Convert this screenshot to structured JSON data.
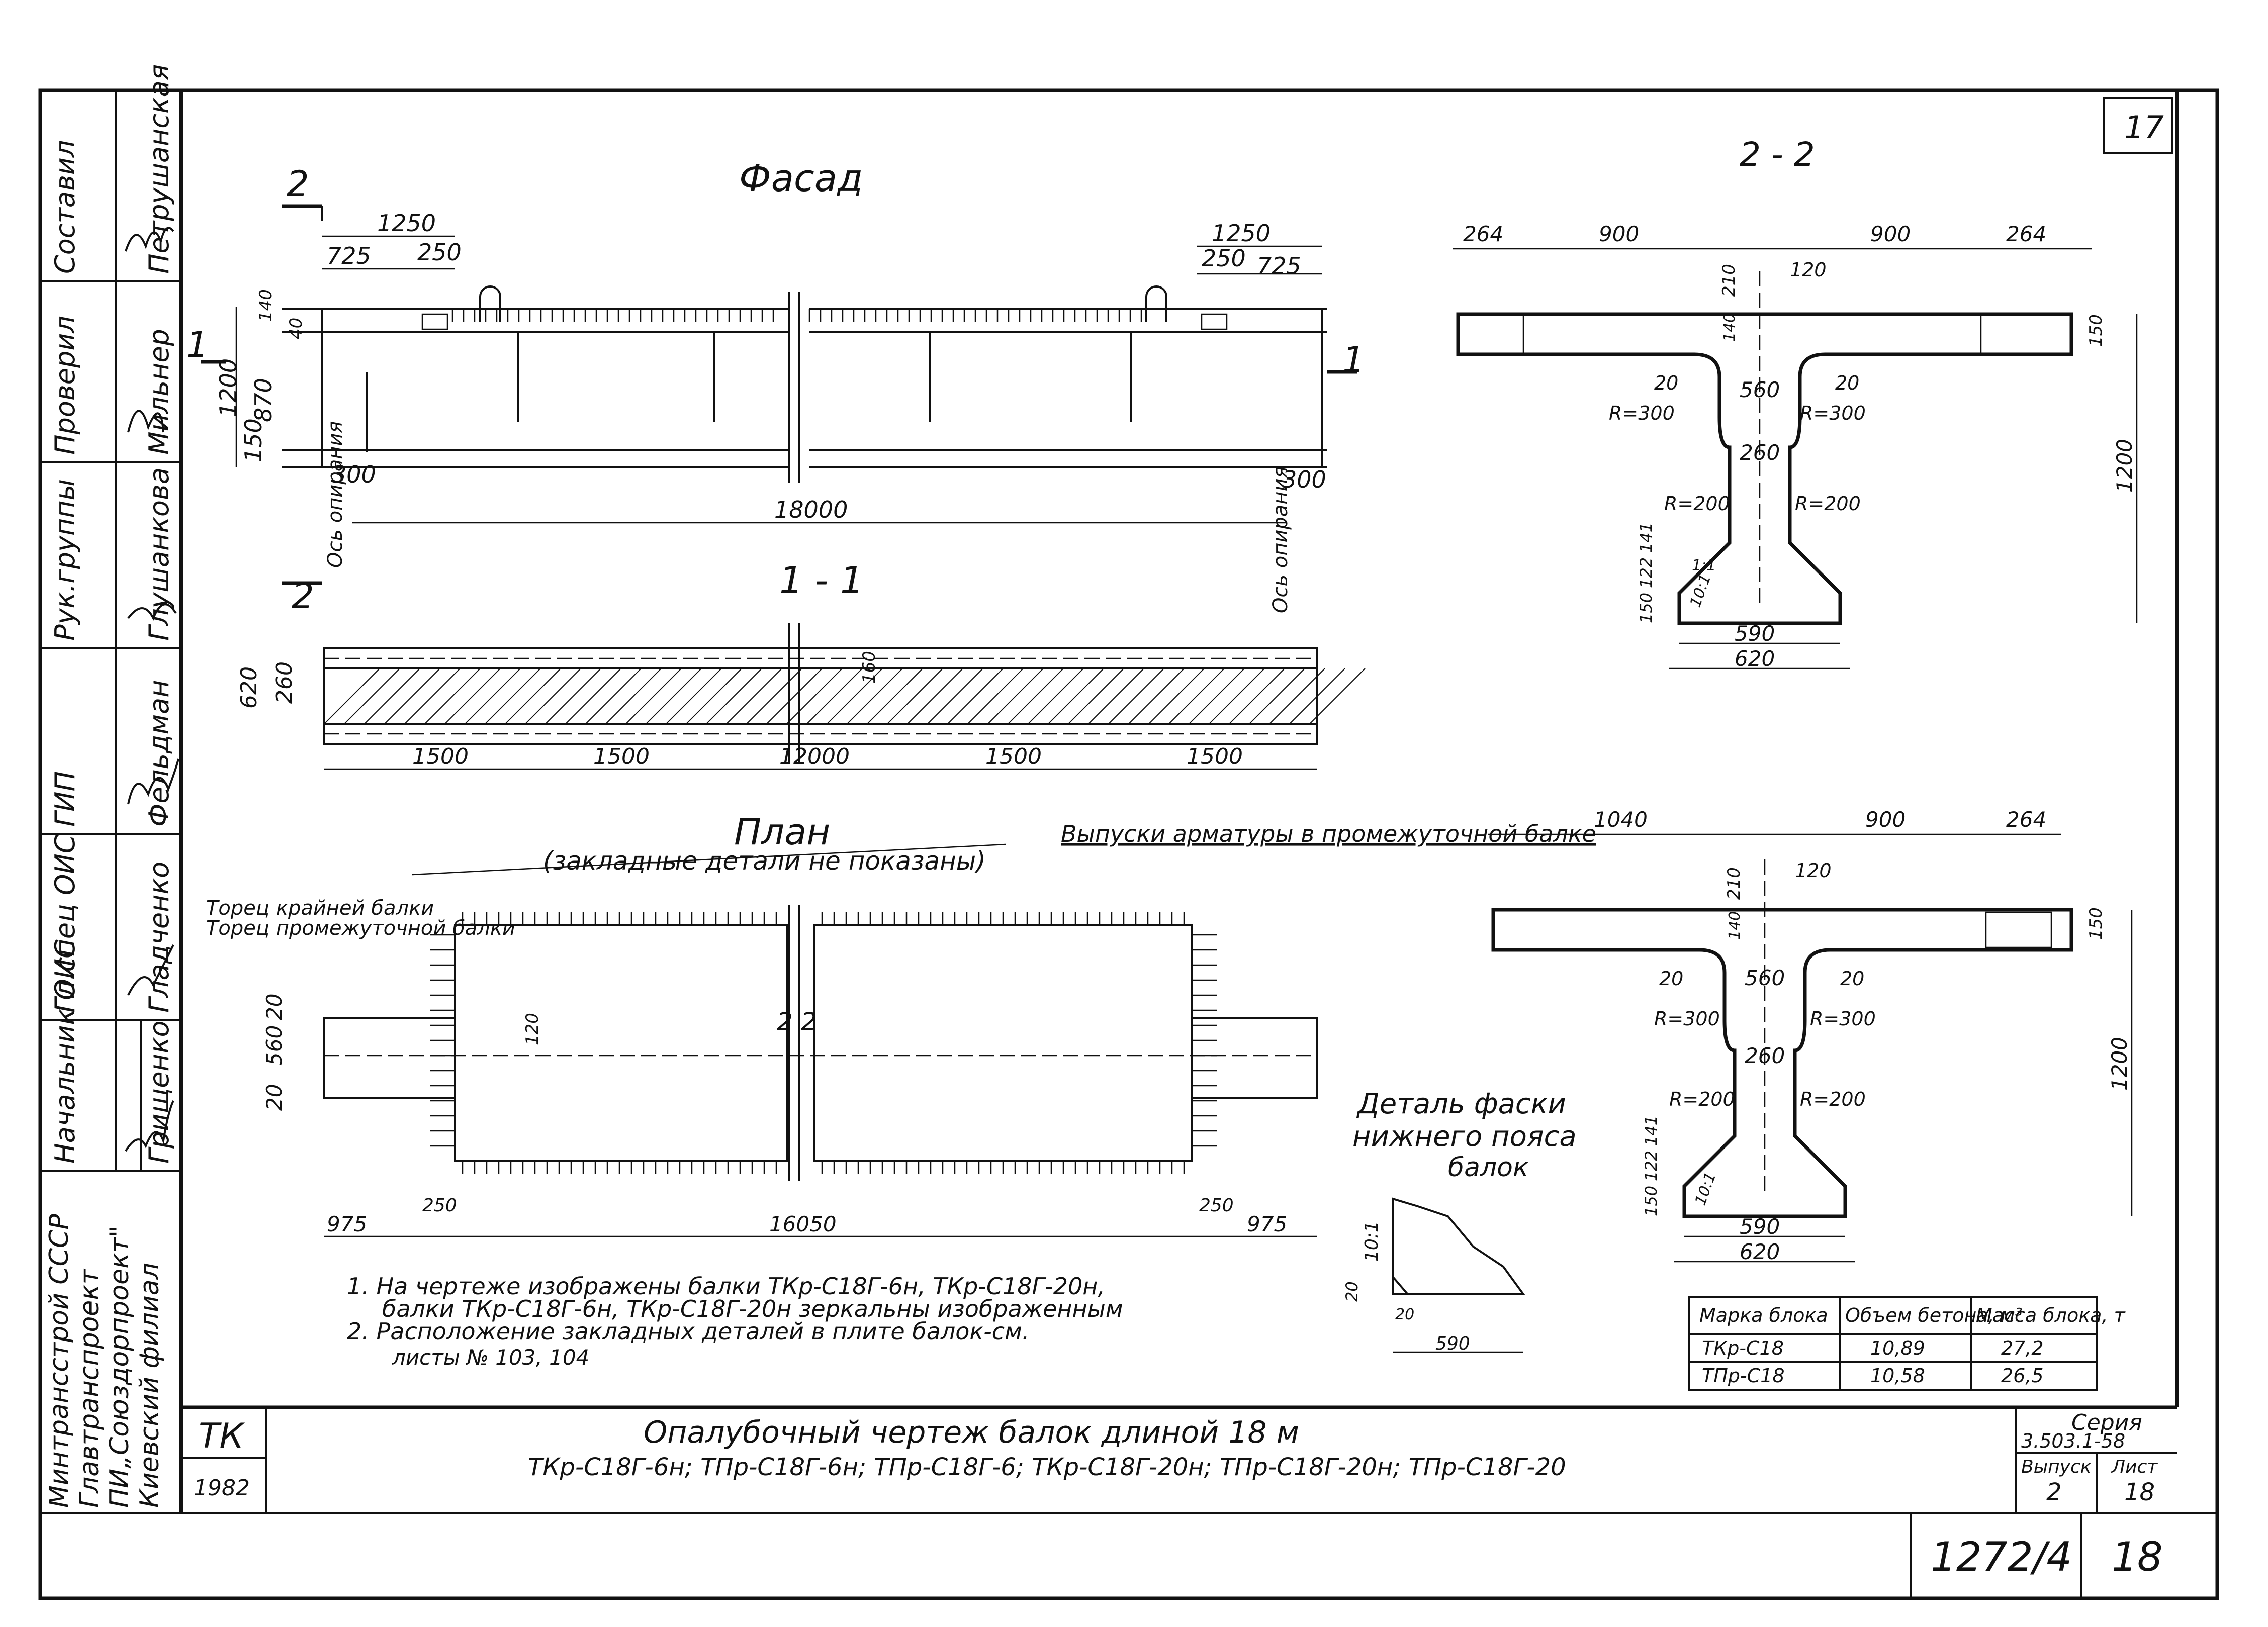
{
  "stamp": {
    "sheet_number_corner": "17",
    "roles": [
      "Составил",
      "Проверил",
      "Рук.группы",
      "ГИП",
      "Гл.спец ОИС",
      "Начальник ОИС"
    ],
    "names": [
      "Петрушанская",
      "Мильнер",
      "Глушанкова",
      "Фельдман",
      "Гладченко",
      "Грищенко"
    ],
    "organization": [
      "Минтрансстрой СССР",
      "Главтранспроект",
      "ПИ„Союздорпроект\"",
      "Киевский филиал"
    ],
    "tk": "ТК",
    "year": "1982"
  },
  "facade": {
    "title": "Фасад",
    "section_mark": "2",
    "section_mark_side": "1",
    "dims": {
      "top_left_1250": "1250",
      "top_left_725": "725",
      "top_left_250": "250",
      "top_right_1250": "1250",
      "top_right_250": "250",
      "top_right_725": "725",
      "h_1200": "1200",
      "h_870": "870",
      "h_150": "150",
      "h_140": "140",
      "h_40": "40",
      "support_300_left": "300",
      "support_300_right": "300",
      "span_18000": "18000"
    },
    "axis_label": "Ось опирания"
  },
  "section_11": {
    "title": "1 - 1",
    "dims": {
      "w620": "620",
      "w260": "260",
      "w160": "160",
      "s1": "1500",
      "s2": "1500",
      "mid": "12000",
      "s3": "1500",
      "s4": "1500"
    }
  },
  "plan": {
    "title": "План",
    "subtitle": "(закладные детали не показаны)",
    "callout_right": "Выпуски арматуры в промежуточной балке",
    "callout_left_1": "Торец крайней балки",
    "callout_left_2": "Торец промежуточной балки",
    "dims": {
      "d20a": "20",
      "d560": "560",
      "d20b": "20",
      "d120": "120",
      "d250l": "250",
      "d250r": "250",
      "d975l": "975",
      "d16050": "16050",
      "d975r": "975",
      "mark": "2 2"
    }
  },
  "section_22": {
    "title": "2 - 2",
    "dims": {
      "a264": "264",
      "a900": "900",
      "b900": "900",
      "b264": "264",
      "d210": "210",
      "d120": "120",
      "d140": "140",
      "d150": "150",
      "d20l": "20",
      "d560": "560",
      "d20r": "20",
      "r300l": "R=300",
      "r300r": "R=300",
      "d260": "260",
      "r200l": "R=200",
      "r200r": "R=200",
      "d141": "141",
      "d122": "122",
      "d150b": "150",
      "d1": "1:1",
      "d10": "10:1",
      "d590": "590",
      "d620": "620",
      "h1200": "1200"
    }
  },
  "section_33": {
    "dims": {
      "a1040": "1040",
      "a900": "900",
      "a264": "264",
      "d210": "210",
      "d120": "120",
      "d140": "140",
      "d150": "150",
      "d20l": "20",
      "d560": "560",
      "d20r": "20",
      "r300l": "R=300",
      "r300r": "R=300",
      "d260": "260",
      "r200l": "R=200",
      "r200r": "R=200",
      "d141": "141",
      "d122": "122",
      "d150b": "150",
      "d10": "10:1",
      "d590": "590",
      "d620": "620",
      "h1200": "1200"
    }
  },
  "detail": {
    "title_1": "Деталь фаски",
    "title_2": "нижнего пояса",
    "title_3": "балок",
    "dims": {
      "ratio": "10:1",
      "d20a": "20",
      "d20b": "20",
      "d590": "590"
    }
  },
  "notes": [
    "1. На чертеже изображены балки ТКр-С18Г-6н, ТКр-С18Г-20н,",
    "балки ТКр-С18Г-6н, ТКр-С18Г-20н зеркальны изображенным",
    "2. Расположение закладных деталей в плите балок-см.",
    "листы № 103, 104"
  ],
  "table": {
    "headers": [
      "Марка блока",
      "Объем бетона, м³",
      "Масса блока, т"
    ],
    "rows": [
      [
        "ТКр-С18",
        "10,89",
        "27,2"
      ],
      [
        "ТПр-С18",
        "10,58",
        "26,5"
      ]
    ]
  },
  "title_block": {
    "line1": "Опалубочный чертеж балок длиной 18 м",
    "line2": "ТКр-С18Г-6н; ТПр-С18Г-6н; ТПр-С18Г-6; ТКр-С18Г-20н; ТПр-С18Г-20н; ТПр-С18Г-20",
    "series_label": "Серия",
    "series_value": "3.503.1-58",
    "issue_label": "Выпуск",
    "issue_value": "2",
    "sheet_label": "Лист",
    "sheet_value": "18"
  },
  "bottom": {
    "doc_number": "1272/4",
    "page": "18"
  }
}
